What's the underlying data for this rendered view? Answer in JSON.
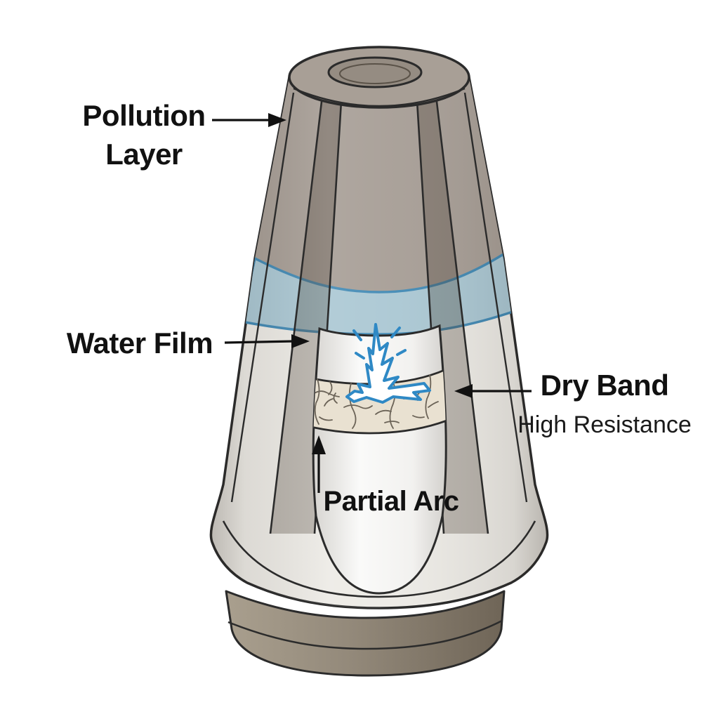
{
  "diagram": {
    "type": "insulator-cutaway-annotated",
    "labels": {
      "pollution_layer_line1": "Pollution",
      "pollution_layer_line2": "Layer",
      "water_film": "Water Film",
      "dry_band": "Dry Band",
      "dry_band_sub": "High Resistance",
      "partial_arc": "Partial Arc"
    },
    "icons": [
      "arrow-right-icon",
      "arrow-right-icon",
      "arrow-left-icon",
      "arrow-up-icon",
      "spark-icon"
    ]
  },
  "colors": {
    "outline": "#2b2b2b",
    "pollution_gray": "#a69d95",
    "rim_gray": "#a89f96",
    "hole_gray": "#958c82",
    "water_film_blue": "#aac7d3",
    "water_film_edge": "#4189b4",
    "shell_white": "#eceae5",
    "dry_band_cream": "#e9e1d1",
    "crack_brown": "#6b6357",
    "arc_blue": "#2f89c5",
    "label_black": "#111111"
  }
}
